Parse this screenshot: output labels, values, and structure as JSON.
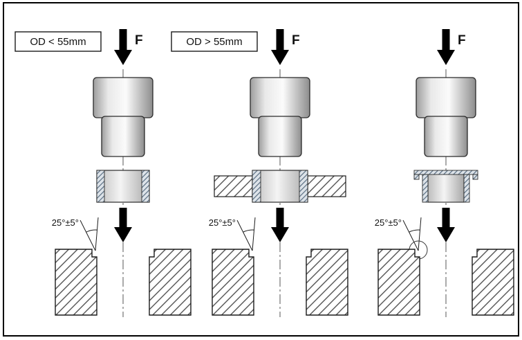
{
  "figure": {
    "panels": [
      {
        "size_label": "OD < 55mm",
        "force_label": "F",
        "angle_label": "25°±5°",
        "bushing_type": "plain-sleeve"
      },
      {
        "size_label": "OD > 55mm",
        "force_label": "F",
        "angle_label": "25°±5°",
        "bushing_type": "sleeve-with-flange-plate"
      },
      {
        "size_label": "",
        "force_label": "F",
        "angle_label": "25°±5°",
        "bushing_type": "flanged-sleeve"
      }
    ],
    "colors": {
      "outline": "#1a1a1a",
      "housing_hatch": "#444444",
      "bushing_hatch": "#41586e",
      "metal_light": "#f5f5f5",
      "metal_dark": "#8d8d8d",
      "arrow": "#000000",
      "background": "#ffffff"
    }
  }
}
